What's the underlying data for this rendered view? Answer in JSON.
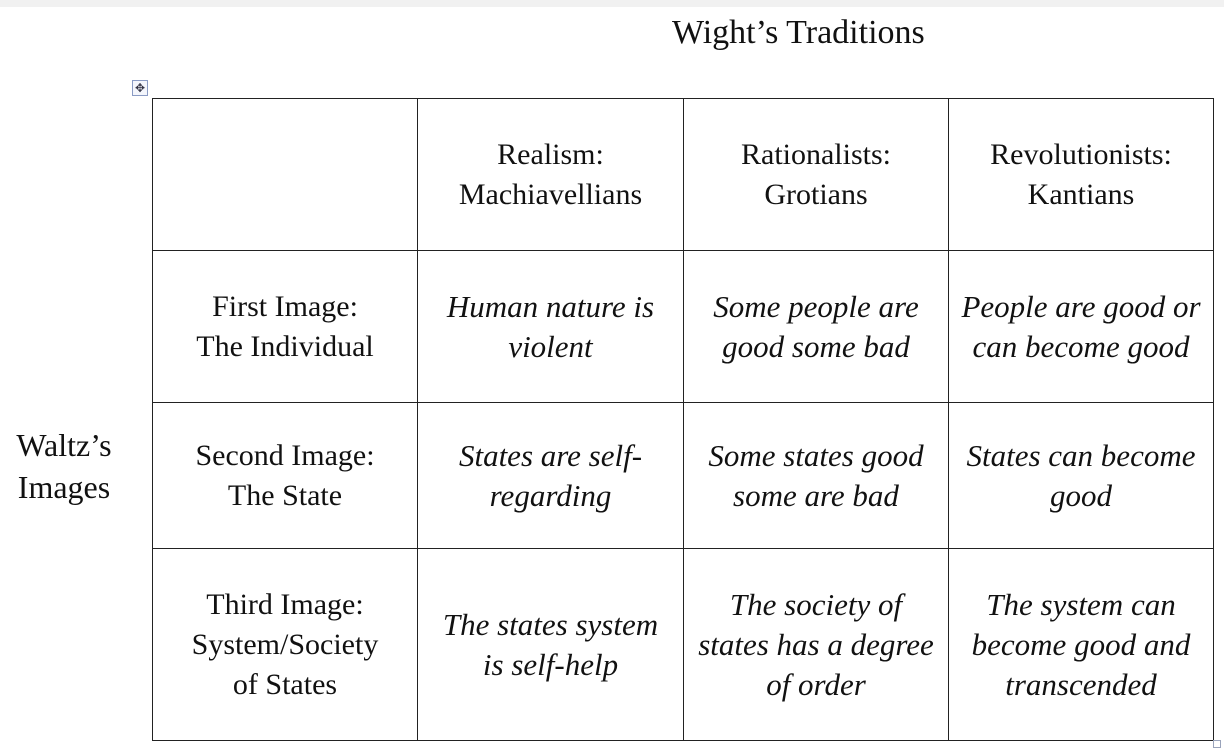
{
  "header": {
    "column_title": "Wight’s Traditions",
    "row_title_lines": [
      "Waltz’s",
      "Images"
    ]
  },
  "table": {
    "column_headers": [
      {
        "lines": []
      },
      {
        "lines": [
          "Realism:",
          "Machiavellians"
        ]
      },
      {
        "lines": [
          "Rationalists:",
          "Grotians"
        ]
      },
      {
        "lines": [
          "Revolutionists:",
          "Kantians"
        ]
      }
    ],
    "rows": [
      {
        "label": [
          "First Image:",
          "The Individual"
        ],
        "cells": [
          [
            "Human nature is",
            "violent"
          ],
          [
            "Some people are",
            "good some bad"
          ],
          [
            "People are good or",
            "can become good"
          ]
        ]
      },
      {
        "label": [
          "Second Image:",
          "The State"
        ],
        "cells": [
          [
            "States are self-",
            "regarding"
          ],
          [
            "Some states good",
            "some are bad"
          ],
          [
            "States can become",
            "good"
          ]
        ]
      },
      {
        "label": [
          "Third Image:",
          "System/Society",
          "of States"
        ],
        "cells": [
          [
            "The states system",
            "is self-help"
          ],
          [
            "The society of",
            "states has a degree",
            "of order"
          ],
          [
            "The system can",
            "become good and",
            "transcended"
          ]
        ]
      }
    ]
  },
  "icons": {
    "table_move_handle": "move-arrows-icon",
    "move_handle_glyph": "✥",
    "table_resize_handle": "resize-handle-icon"
  },
  "colors": {
    "border": "#222222",
    "text": "#111111",
    "handle_border": "#8a9bc4"
  }
}
